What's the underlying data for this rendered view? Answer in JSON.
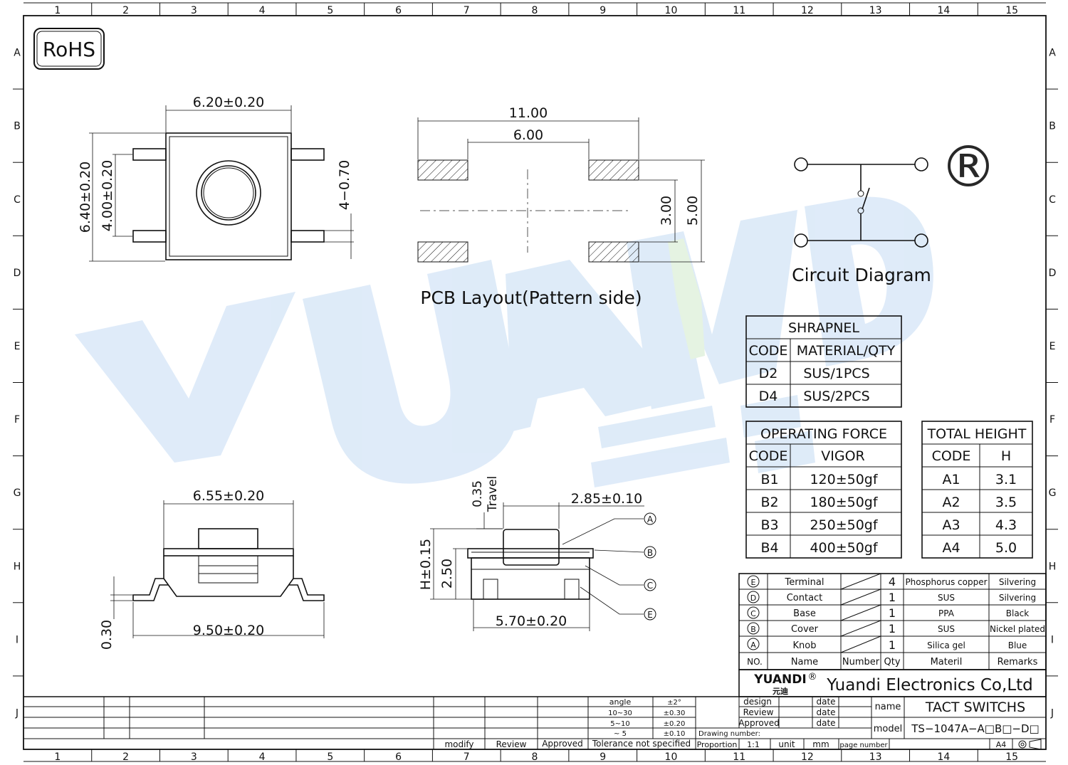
{
  "frame": {
    "col_labels": [
      "1",
      "2",
      "3",
      "4",
      "5",
      "6",
      "7",
      "8",
      "9",
      "10",
      "11",
      "12",
      "13",
      "14",
      "15"
    ],
    "row_labels": [
      "A",
      "B",
      "C",
      "D",
      "E",
      "F",
      "G",
      "H",
      "I",
      "J"
    ]
  },
  "rohs": "RoHS",
  "watermark": {
    "text": "YUANDI",
    "color": "#3f8fd8",
    "green": "#57b848"
  },
  "top_view": {
    "width": "6.20±0.20",
    "height_outer": "6.40±0.20",
    "height_inner": "4.00±0.20",
    "lead": "4−0.70"
  },
  "pcb": {
    "title": "PCB Layout(Pattern side)",
    "d_outer": "11.00",
    "d_inner": "6.00",
    "d_v_inner": "3.00",
    "d_v_outer": "5.00"
  },
  "circuit": {
    "title": "Circuit Diagram"
  },
  "front_view": {
    "top": "6.55±0.20",
    "bottom": "9.50±0.20",
    "lead": "0.30"
  },
  "side_view": {
    "travel_value": "0.35",
    "travel_label": "Travel",
    "knob": "2.85±0.10",
    "h": "H±0.15",
    "body": "2.50",
    "base": "5.70±0.20",
    "callouts": [
      "A",
      "B",
      "C",
      "E"
    ]
  },
  "shrapnel": {
    "title": "SHRAPNEL",
    "headers": [
      "CODE",
      "MATERIAL/QTY"
    ],
    "rows": [
      [
        "D2",
        "SUS/1PCS"
      ],
      [
        "D4",
        "SUS/2PCS"
      ]
    ]
  },
  "force": {
    "title": "OPERATING FORCE",
    "headers": [
      "CODE",
      "VIGOR"
    ],
    "rows": [
      [
        "B1",
        "120±50gf"
      ],
      [
        "B2",
        "180±50gf"
      ],
      [
        "B3",
        "250±50gf"
      ],
      [
        "B4",
        "400±50gf"
      ]
    ]
  },
  "height": {
    "title": "TOTAL HEIGHT",
    "headers": [
      "CODE",
      "H"
    ],
    "rows": [
      [
        "A1",
        "3.1"
      ],
      [
        "A2",
        "3.5"
      ],
      [
        "A3",
        "4.3"
      ],
      [
        "A4",
        "5.0"
      ]
    ]
  },
  "bom": {
    "rows": [
      {
        "no": "E",
        "name": "Terminal",
        "qty": "4",
        "mat": "Phosphorus copper",
        "rem": "Silvering"
      },
      {
        "no": "D",
        "name": "Contact",
        "qty": "1",
        "mat": "SUS",
        "rem": "Silvering"
      },
      {
        "no": "C",
        "name": "Base",
        "qty": "1",
        "mat": "PPA",
        "rem": "Black"
      },
      {
        "no": "B",
        "name": "Cover",
        "qty": "1",
        "mat": "SUS",
        "rem": "Nickel plated"
      },
      {
        "no": "A",
        "name": "Knob",
        "qty": "1",
        "mat": "Silica gel",
        "rem": "Blue"
      }
    ],
    "headers": {
      "no": "NO.",
      "name": "Name",
      "num": "Number",
      "qty": "Qty",
      "mat": "Materil",
      "rem": "Remarks"
    }
  },
  "title_block": {
    "logo": "YUANDI",
    "logo_cn": "元迪",
    "reg": "®",
    "company": "Yuandi Electronics Co,Ltd",
    "design": "design",
    "review": "Review",
    "approved": "Approved",
    "date": "date",
    "name_label": "name",
    "name_value": "TACT SWITCHS",
    "model_label": "model",
    "model_value": "TS−1047A−A□B□−D□",
    "drawing_number": "Drawing number:",
    "proportion": "Proportion",
    "scale": "1:1",
    "unit": "unit",
    "mm": "mm",
    "page_number": "page number",
    "size": "A4",
    "tol_angle": "angle",
    "tol_angle_v": "±2°",
    "tol_r1": "10~30",
    "tol_r1_v": "±0.30",
    "tol_r2": "5~10",
    "tol_r2_v": "±0.20",
    "tol_r3": "~ 5",
    "tol_r3_v": "±0.10",
    "tol_label": "Tolerance not specified",
    "modify": "modify",
    "rev_review": "Review",
    "rev_approved": "Approved"
  }
}
